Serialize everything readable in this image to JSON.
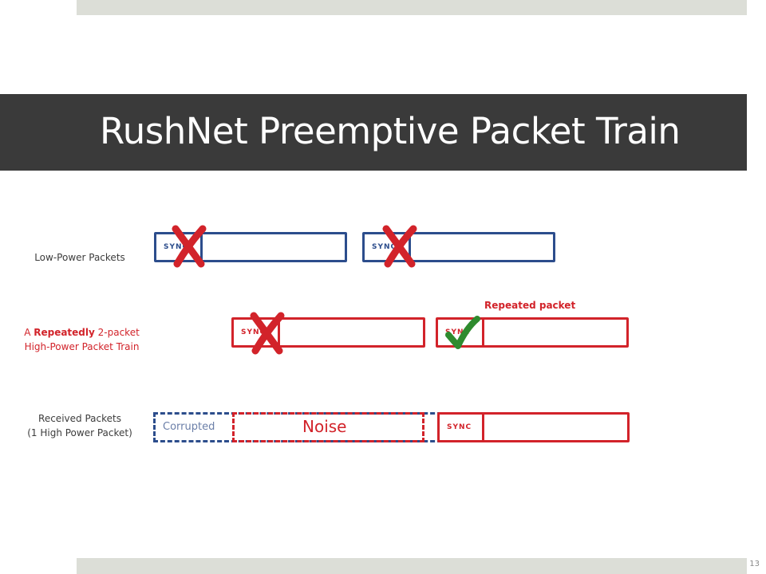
{
  "slide": {
    "title": "RushNet Preemptive Packet Train",
    "number": "13"
  },
  "rows": {
    "low_power": {
      "label": "Low-Power Packets"
    },
    "train": {
      "label_pre": "A ",
      "label_bold": "Repeatedly",
      "label_post": " 2-packet",
      "label_line2": "High-Power Packet Train"
    },
    "received": {
      "label_line1": "Received Packets",
      "label_line2": "(1 High Power Packet)"
    }
  },
  "packet_sync_label": "SYNC",
  "annotations": {
    "repeated_packet": "Repeated packet",
    "corrupted": "Corrupted",
    "noise": "Noise"
  },
  "colors": {
    "title_bar": "#3a3a3a",
    "band": "#dcded7",
    "blue": "#2c4d8c",
    "red": "#d2232a",
    "green_check": "#2e8b2e"
  },
  "icons": [
    "cross-icon",
    "check-icon"
  ]
}
